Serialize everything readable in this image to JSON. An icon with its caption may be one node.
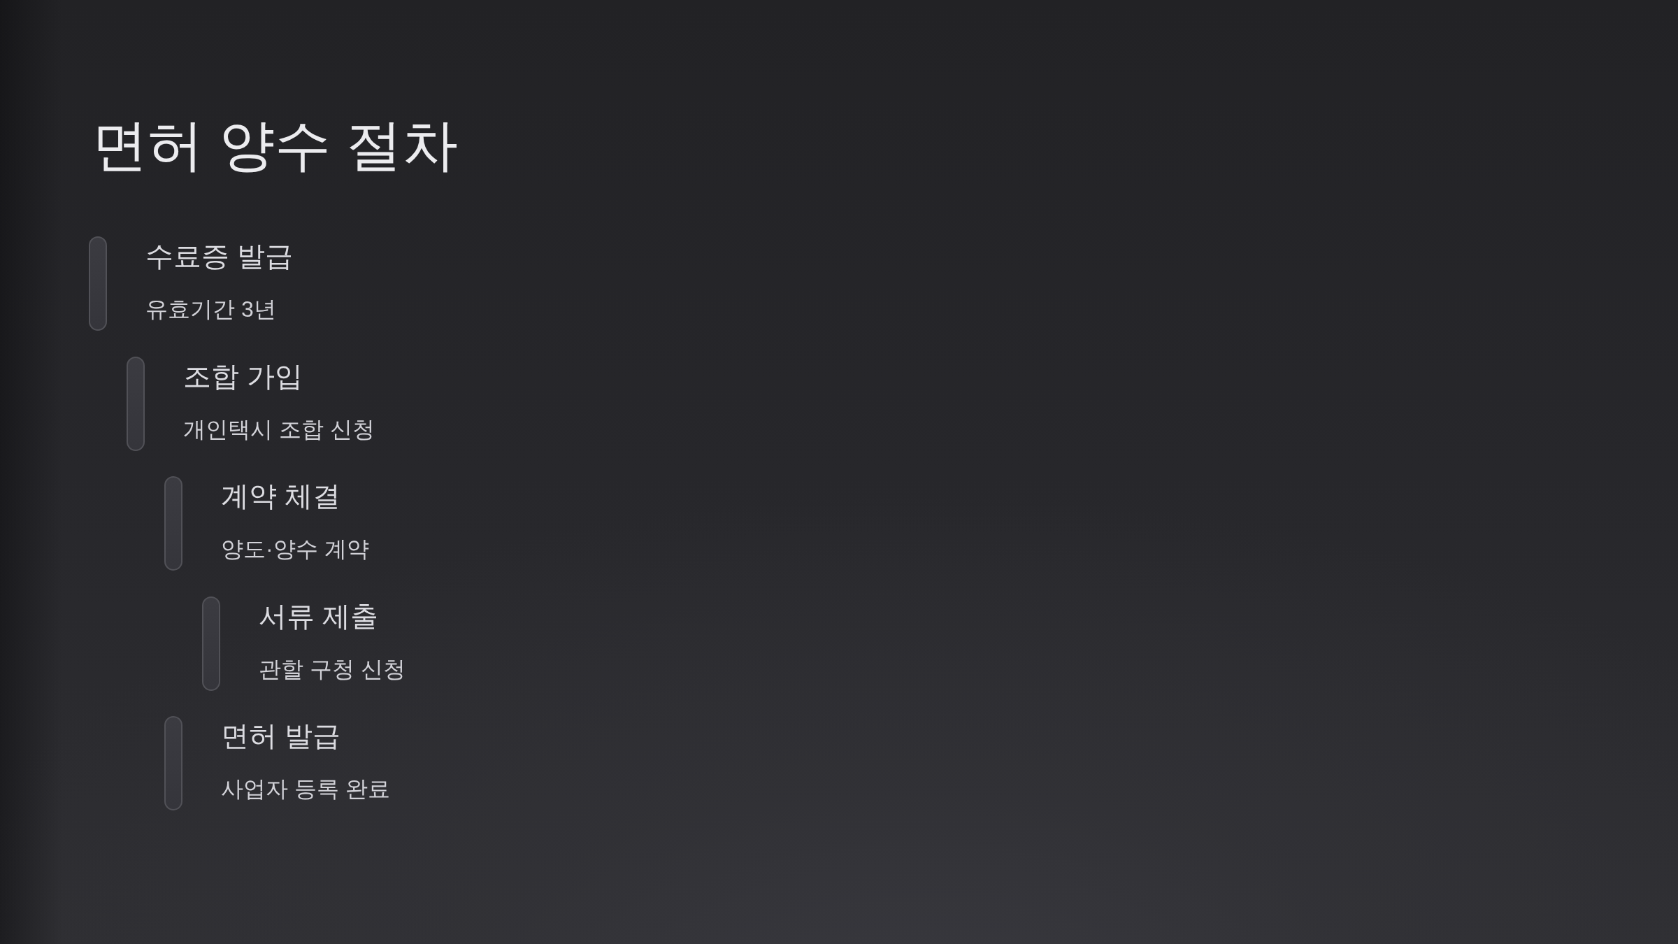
{
  "diagram": {
    "title": "면허 양수 절차",
    "nodes": [
      {
        "text": [
          "수료증 발급",
          "유효기간 3년"
        ]
      },
      {
        "text": [
          "조합 가입",
          "개인택시 조합 신청"
        ]
      },
      {
        "text": [
          "계약 체결",
          "양도·양수 계약"
        ]
      },
      {
        "text": [
          "서류 제출",
          "관할 구청 신청"
        ]
      },
      {
        "text": [
          "면허 발급",
          "사업자 등록 완료"
        ]
      }
    ]
  }
}
